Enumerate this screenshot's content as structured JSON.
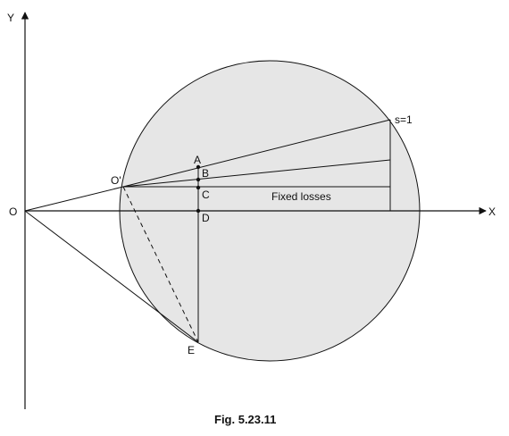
{
  "diagram": {
    "axis_labels": {
      "y": "Y",
      "x": "X",
      "origin": "O"
    },
    "points": {
      "o_prime": "O'",
      "a": "A",
      "b": "B",
      "c": "C",
      "d": "D",
      "e": "E"
    },
    "annotations": {
      "slip_unity": "s=1",
      "fixed_losses": "Fixed losses"
    },
    "caption": "Fig. 5.23.11",
    "colors": {
      "circle_fill": "#e6e6e6",
      "line": "#111111",
      "background": "#ffffff"
    }
  }
}
